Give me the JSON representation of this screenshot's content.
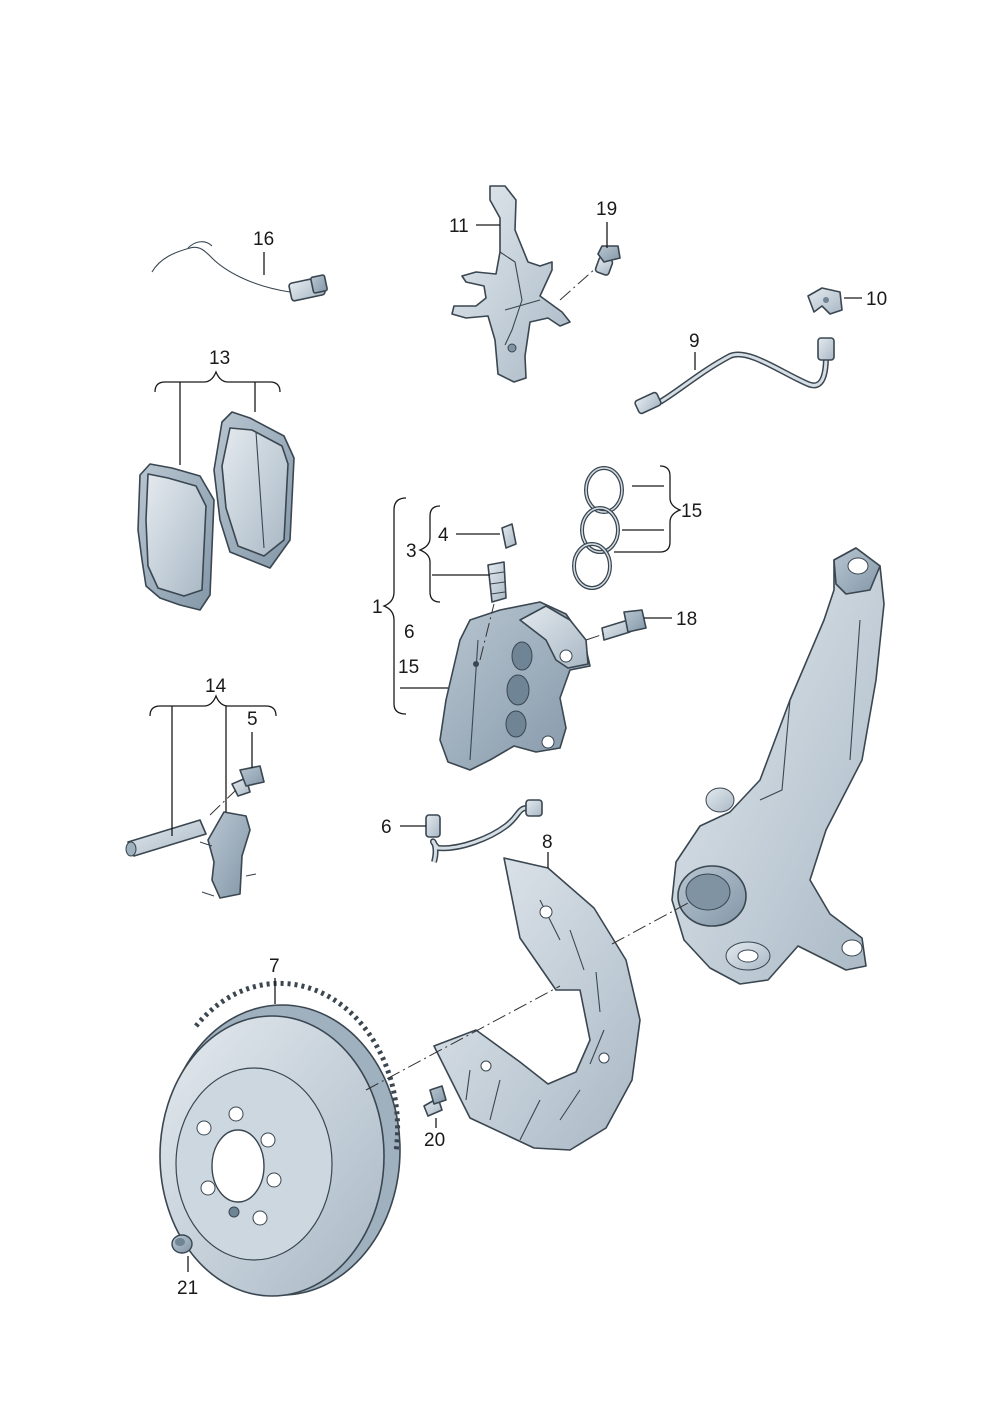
{
  "diagram": {
    "labels": {
      "l1": "1",
      "l3": "3",
      "l4": "4",
      "l5": "5",
      "l6a": "6",
      "l6b": "6",
      "l7": "7",
      "l8": "8",
      "l9": "9",
      "l10": "10",
      "l11": "11",
      "l13": "13",
      "l14": "14",
      "l15a": "15",
      "l15b": "15",
      "l16": "16",
      "l18": "18",
      "l19": "19",
      "l20": "20",
      "l21": "21"
    },
    "colors": {
      "part_fill": "#c9d3dc",
      "part_shade": "#9fb0be",
      "part_light": "#e4eaef",
      "outline": "#3a4650"
    }
  }
}
